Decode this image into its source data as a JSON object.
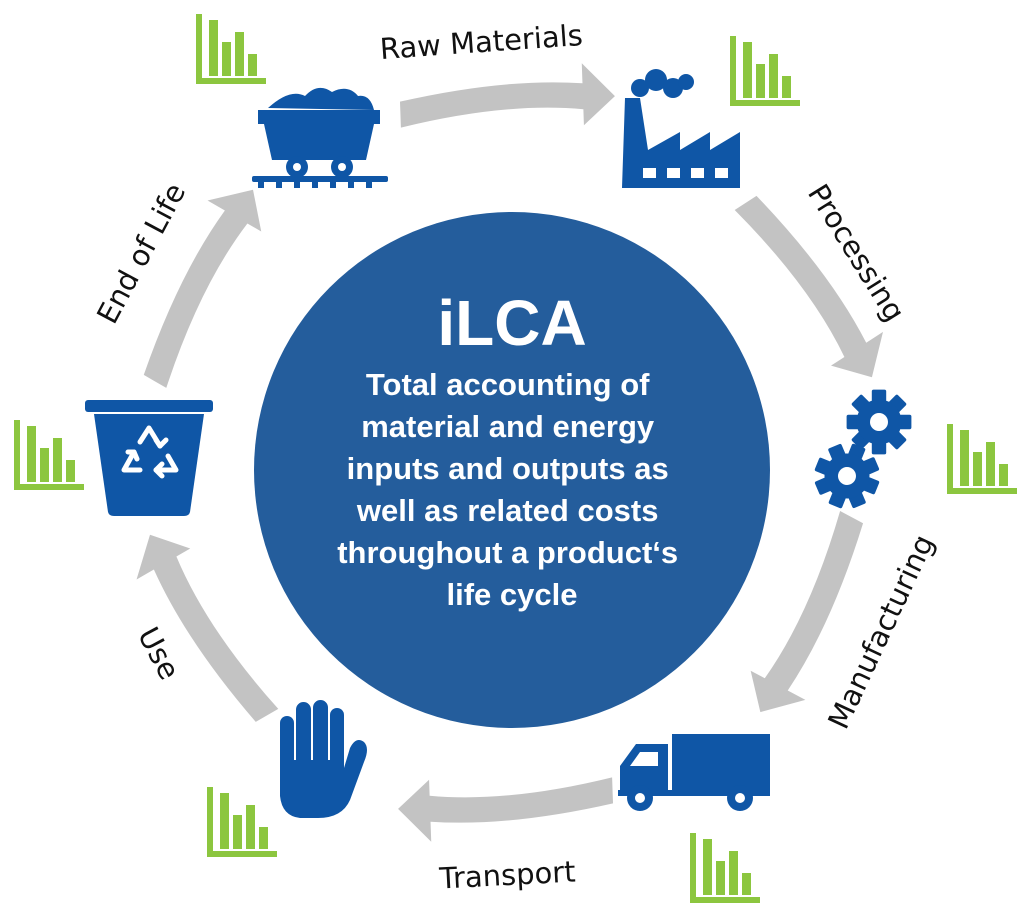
{
  "center": {
    "title": "iLCA",
    "description_lines": [
      "Total accounting of",
      "material and energy",
      "inputs and outputs as",
      "well as related costs",
      "throughout a product‘s",
      "life cycle"
    ]
  },
  "stages": {
    "raw_materials": "Raw Materials",
    "processing": "Processing",
    "manufacturing": "Manufacturing",
    "transport": "Transport",
    "use": "Use",
    "end_of_life": "End of Life"
  },
  "icons": {
    "raw_materials": "mine-cart-icon",
    "processing": "factory-icon",
    "manufacturing": "gears-icon",
    "transport": "truck-icon",
    "use": "hand-icon",
    "end_of_life": "recycle-bin-icon",
    "impact": "bar-chart-icon"
  },
  "colors": {
    "primary_blue": "#0f56a6",
    "circle_blue": "#245d9c",
    "arrow_gray": "#c3c3c3",
    "chart_green": "#8cc63f",
    "label_black": "#111111"
  }
}
